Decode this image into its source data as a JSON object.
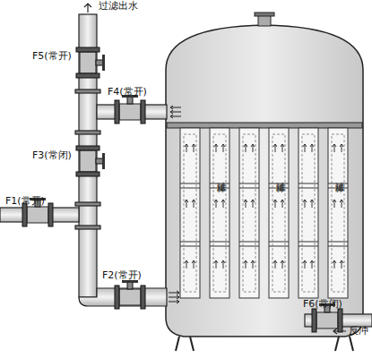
{
  "diagram": {
    "labels": [
      "过滤出水",
      "F5(常开)",
      "F4(常开)",
      "F3(常闭)",
      "F1(常开)",
      "F2(常开)",
      "F6(常闭)",
      "反冲",
      "过滤棒",
      "过滤棒",
      "过滤棒"
    ]
  }
}
